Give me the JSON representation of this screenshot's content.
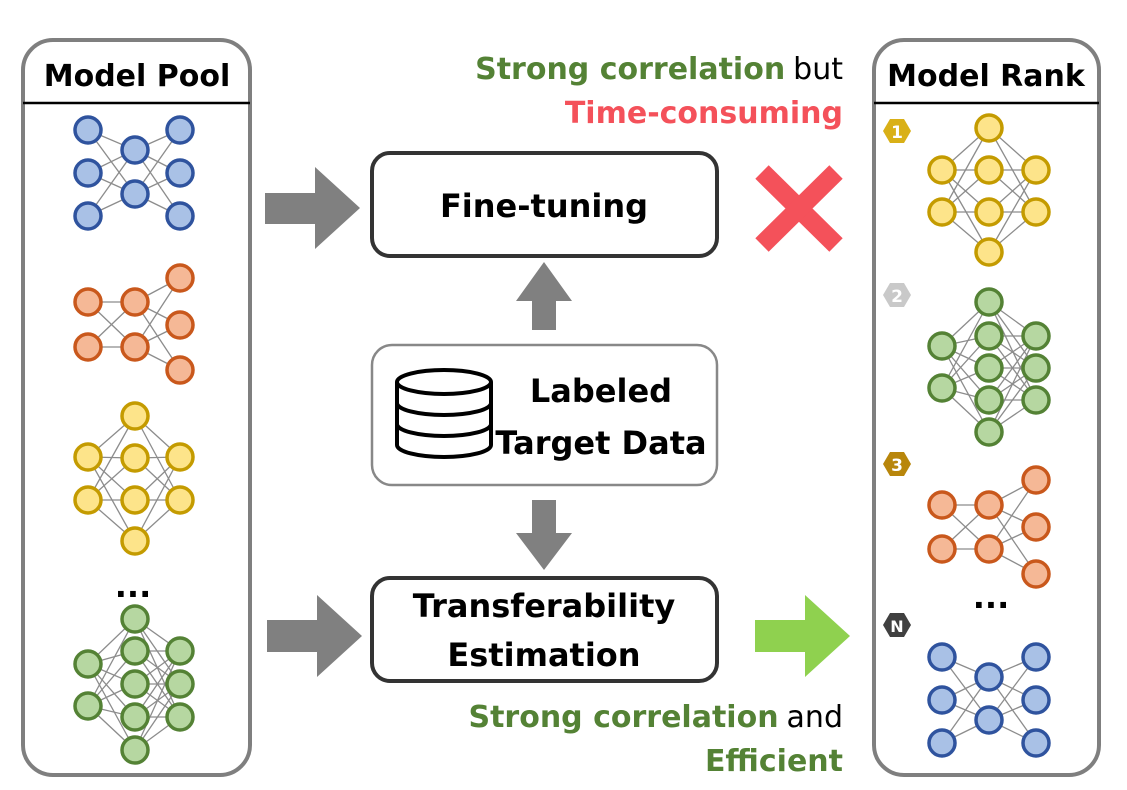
{
  "pool": {
    "title": "Model Pool",
    "ellipsis": "..."
  },
  "rank": {
    "title": "Model Rank",
    "ellipsis": "...",
    "badges": [
      "1",
      "2",
      "3",
      "N"
    ]
  },
  "finetune": {
    "label": "Fine-tuning"
  },
  "data_box": {
    "line1": "Labeled",
    "line2": "Target Data"
  },
  "estimation": {
    "line1": "Transferability",
    "line2": "Estimation"
  },
  "top_note": {
    "strong": "Strong correlation",
    "conj": "but",
    "weak": "Time-consuming"
  },
  "bottom_note": {
    "strong": "Strong correlation",
    "conj": "and",
    "good": "Efficient"
  },
  "colors": {
    "blue_fill": "#a9c1e6",
    "blue_stroke": "#2f539e",
    "orange_fill": "#f5b896",
    "orange_stroke": "#c9581c",
    "yellow_fill": "#fde48a",
    "yellow_stroke": "#c49b00",
    "green_fill": "#b6d7a1",
    "green_stroke": "#548235",
    "arrow_gray": "#808080",
    "arrow_green": "#8fd14f",
    "cross_red": "#f4515a",
    "text_green": "#548235",
    "text_red": "#f4515a",
    "gold": "#d9b017",
    "silver": "#c9c9c9",
    "bronze": "#b8860b",
    "dark": "#404040"
  }
}
